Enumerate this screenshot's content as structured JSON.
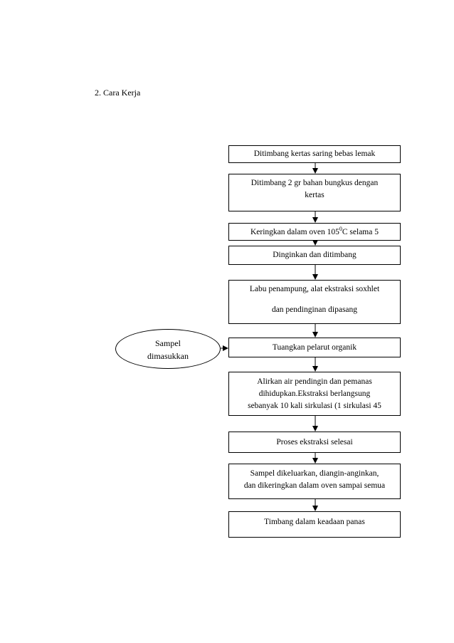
{
  "heading": "2. Cara Kerja",
  "sample": {
    "line1": "Sampel",
    "line2": "dimasukkan"
  },
  "steps": [
    {
      "lines": [
        "Ditimbang kertas saring bebas lemak"
      ]
    },
    {
      "lines": [
        "Ditimbang 2 gr bahan bungkus dengan",
        "kertas"
      ]
    },
    {
      "before": "Keringkan dalam oven 105",
      "sup": "0",
      "after": "C selama 5"
    },
    {
      "lines": [
        "Dinginkan dan ditimbang"
      ]
    },
    {
      "lines": [
        "Labu penampung, alat ekstraksi soxhlet",
        "dan pendinginan dipasang"
      ]
    },
    {
      "lines": [
        "Tuangkan pelarut organik"
      ]
    },
    {
      "lines": [
        "Alirkan air pendingin dan pemanas",
        "dihidupkan.Ekstraksi berlangsung",
        "sebanyak 10 kali sirkulasi (1 sirkulasi 45"
      ]
    },
    {
      "lines": [
        "Proses ekstraksi selesai"
      ]
    },
    {
      "lines": [
        "Sampel dikeluarkan, diangin-anginkan,",
        "dan dikeringkan dalam oven sampai semua"
      ]
    },
    {
      "lines": [
        "Timbang dalam keadaan panas"
      ]
    }
  ]
}
